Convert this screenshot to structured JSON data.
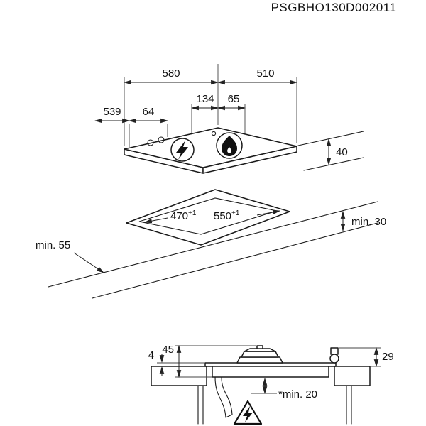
{
  "title": "PSGBHO130D002011",
  "colors": {
    "line": "#1a1a1a",
    "dimension": "#222222",
    "text": "#111111",
    "background": "#ffffff"
  },
  "icons": {
    "flame": "gas-burner-flame-icon",
    "bolt": "electric-ignition-bolt-icon",
    "warning": "electric-warning-triangle-icon"
  },
  "top_view": {
    "width_total": "580",
    "depth_total": "510",
    "burner_offset_a": "134",
    "burner_offset_b": "65",
    "edge_offset_a": "539",
    "edge_offset_b": "64",
    "hob_height": "40"
  },
  "cutout": {
    "cut_depth": "470",
    "cut_depth_tol": "+1",
    "cut_width": "550",
    "cut_width_tol": "+1",
    "min_front": "min. 55",
    "min_rear": "min. 30"
  },
  "section": {
    "flange_height": "4",
    "build_in_depth": "45",
    "connection_height": "29",
    "min_clearance": "*min. 20"
  }
}
